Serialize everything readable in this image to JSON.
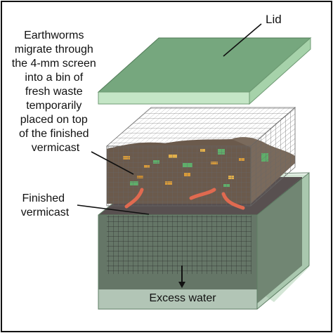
{
  "labels": {
    "lid": "Lid",
    "earthworms_lines": [
      "Earthworms",
      "migrate through",
      "the 4-mm screen",
      "into a bin of",
      "fresh waste",
      "temporarily",
      "placed on top",
      "of the finished",
      "vermicast"
    ],
    "finished_lines": [
      "Finished",
      "vermicast"
    ],
    "excess_water": "Excess water"
  },
  "colors": {
    "lid_top": "#76a77e",
    "lid_front": "#c4e6c6",
    "lid_side": "#a6d2aa",
    "bin_front": "#72967a",
    "bin_side": "#8cb292",
    "bin_top": "#cfe3d1",
    "vermicast": "#585050",
    "waste": "#6b5a4c",
    "worm": "#e06a50",
    "mesh": "#6a6a6a",
    "border": "#111111"
  }
}
